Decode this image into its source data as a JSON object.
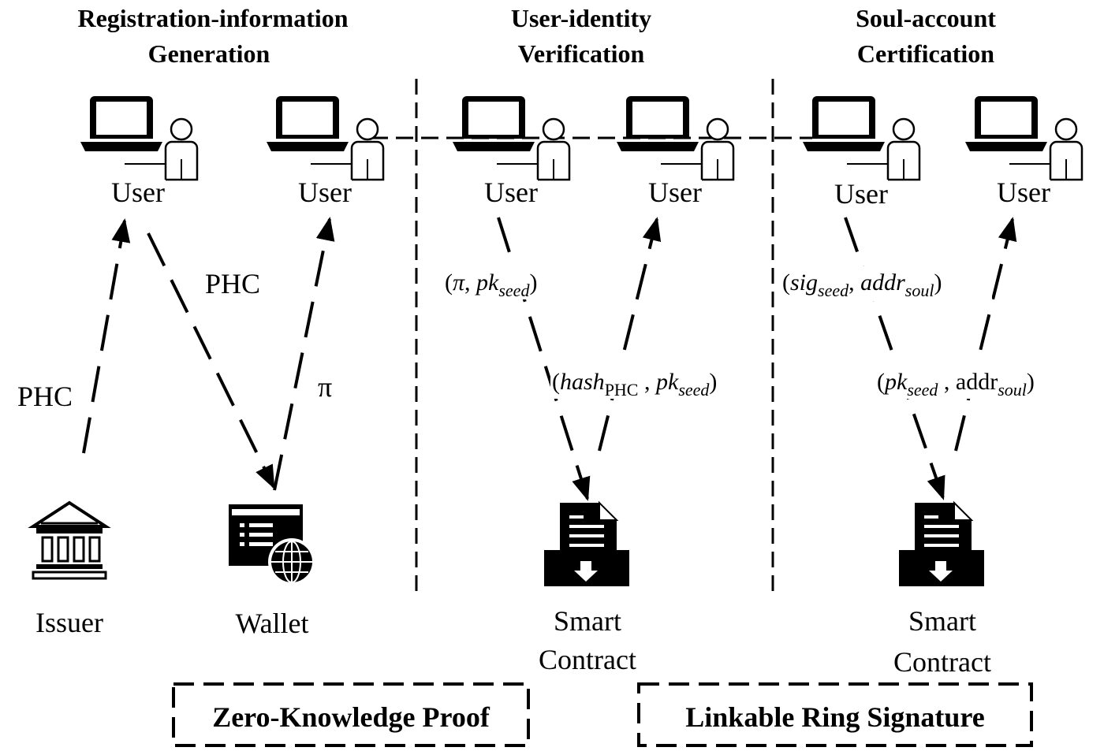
{
  "sections": {
    "registration": {
      "title_line1": "Registration-information",
      "title_line2": "Generation"
    },
    "verification": {
      "title_line1": "User-identity",
      "title_line2": "Verification"
    },
    "certification": {
      "title_line1": "Soul-account",
      "title_line2": "Certification"
    }
  },
  "nodes": {
    "user": "User",
    "issuer": "Issuer",
    "wallet": "Wallet",
    "smart_contract_line1": "Smart",
    "smart_contract_line2": "Contract"
  },
  "edges": {
    "issuer_to_user": "PHC",
    "user_to_wallet": "PHC",
    "wallet_to_user": "π",
    "v_user_to_contract": {
      "open": "(",
      "pi": "π",
      "sep": ", ",
      "pk": "pk",
      "pk_sub": "seed",
      "close": ")"
    },
    "v_contract_to_user": {
      "open": "(",
      "hash": "hash",
      "hash_sub": "PHC",
      "sep": " , ",
      "pk": "pk",
      "pk_sub": "seed",
      "close": ")"
    },
    "c_user_to_contract": {
      "open": "(",
      "sig": "sig",
      "sig_sub": "seed",
      "sep": ", ",
      "addr": "addr",
      "addr_sub": "soul",
      "close": ")"
    },
    "c_contract_to_user": {
      "open": "(",
      "pk": "pk",
      "pk_sub": "seed",
      "sep": " , ",
      "addr": "addr",
      "addr_sub": "soul",
      "close": ")"
    }
  },
  "techniques": {
    "zkp": "Zero-Knowledge Proof",
    "lrs": "Linkable Ring Signature"
  }
}
